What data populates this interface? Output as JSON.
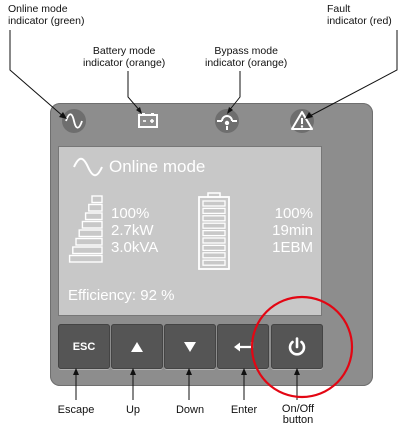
{
  "callouts": {
    "online": "Online mode\nindicator (green)",
    "battery": "Battery mode\nindicator (orange)",
    "bypass": "Bypass mode\nindicator (orange)",
    "fault": "Fault\nindicator (red)"
  },
  "indicator_icons": [
    "sine-wave-icon",
    "battery-icon",
    "bypass-icon",
    "warning-triangle-icon"
  ],
  "screen": {
    "mode": "Online mode",
    "load_percent": "100%",
    "load_power": "2.7kW",
    "load_apparent": "3.0kVA",
    "battery_percent": "100%",
    "battery_runtime": "19min",
    "battery_ebm": "1EBM",
    "efficiency": "Efficiency: 92 %",
    "load_level": 1.0,
    "battery_level": 1.0
  },
  "buttons": [
    {
      "label": "ESC",
      "caption": "Escape"
    },
    {
      "label": "",
      "caption": "Up"
    },
    {
      "label": "",
      "caption": "Down"
    },
    {
      "label": "",
      "caption": "Enter"
    },
    {
      "label": "",
      "caption": "On/Off\nbutton"
    }
  ],
  "colors": {
    "panel": "#8d8d8d",
    "screen": "#c8c8c8",
    "button": "#555555",
    "highlight_circle": "#e30613"
  }
}
